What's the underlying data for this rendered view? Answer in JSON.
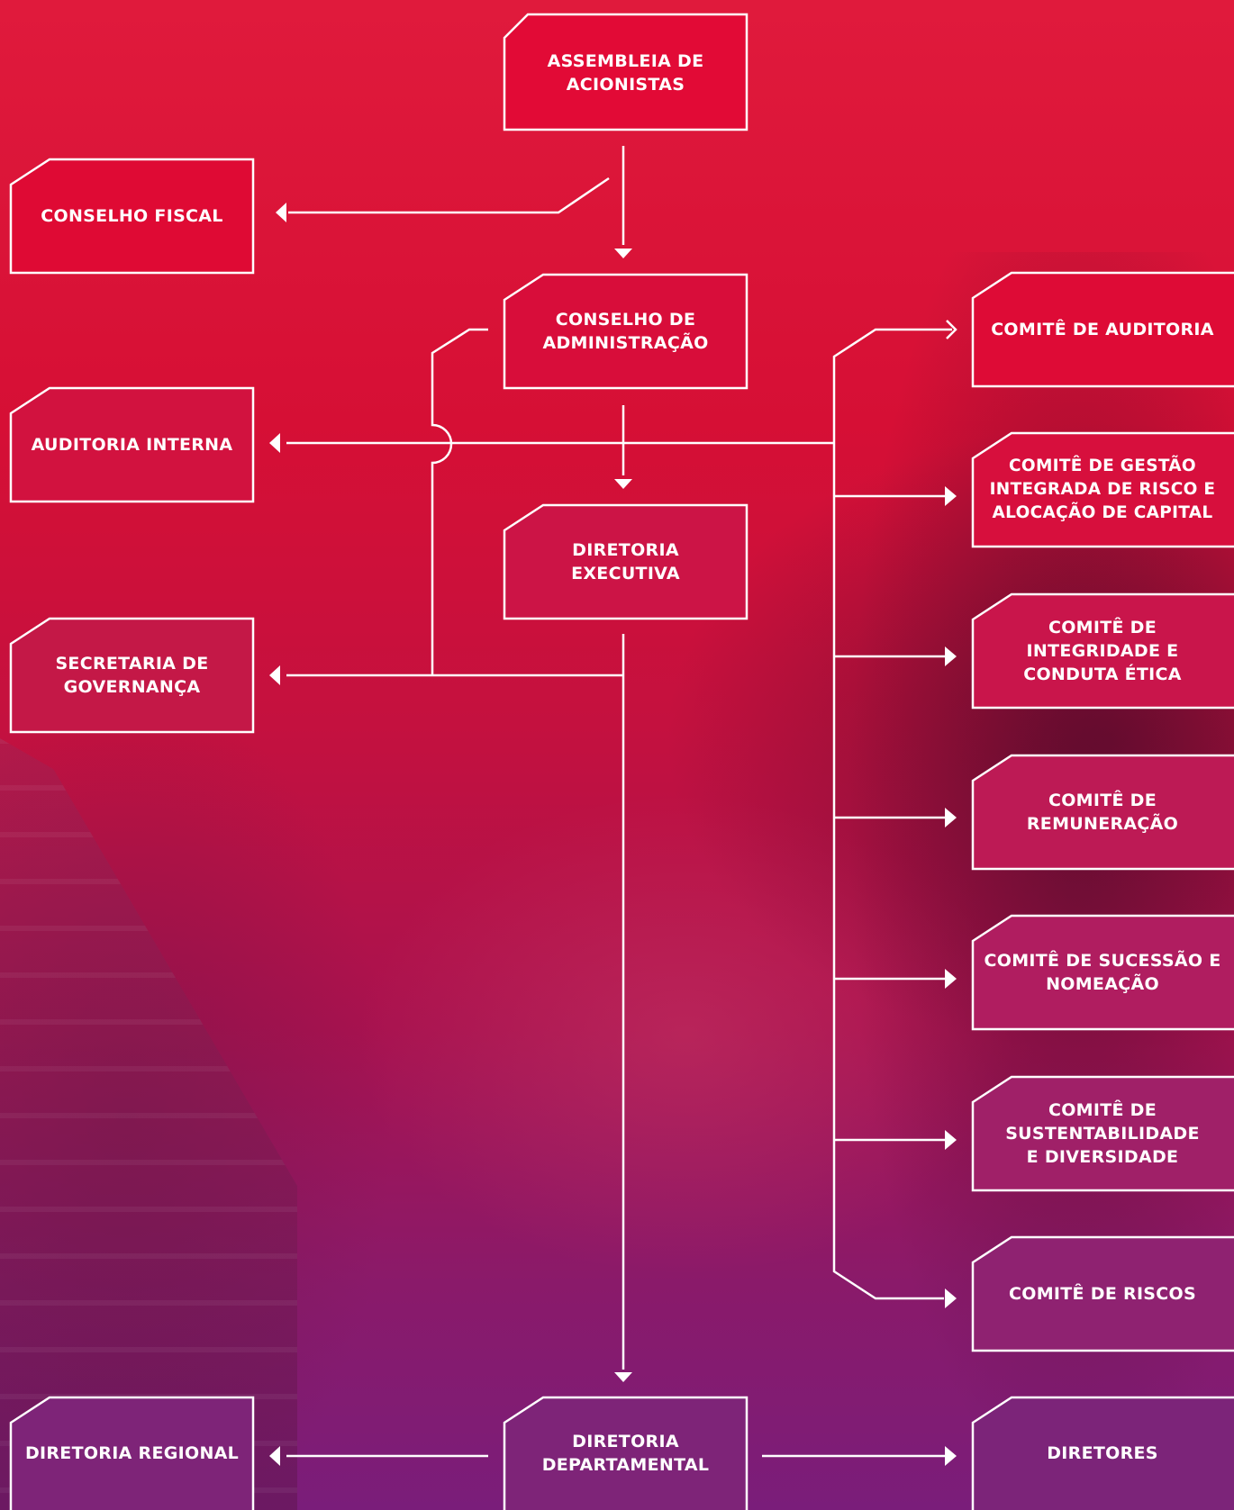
{
  "nodes": {
    "assembleia": "ASSEMBLEIA DE ACIONISTAS",
    "conselho_fiscal": "CONSELHO FISCAL",
    "conselho_administracao": "CONSELHO DE ADMINISTRAÇÃO",
    "auditoria_interna": "AUDITORIA INTERNA",
    "diretoria_executiva": "DIRETORIA EXECUTIVA",
    "secretaria_governanca": "SECRETARIA DE GOVERNANÇA",
    "comite_auditoria": "COMITÊ DE AUDITORIA",
    "comite_gestao_risco": "COMITÊ DE GESTÃO INTEGRADA DE RISCO E ALOCAÇÃO DE CAPITAL",
    "comite_integridade": "COMITÊ DE INTEGRIDADE E CONDUTA ÉTICA",
    "comite_remuneracao": "COMITÊ DE REMUNERAÇÃO",
    "comite_sucessao": "COMITÊ DE SUCESSÃO E NOMEAÇÃO",
    "comite_sustentabilidade": "COMITÊ DE SUSTENTABILIDADE E DIVERSIDADE",
    "comite_riscos": "COMITÊ DE RISCOS",
    "diretoria_regional": "DIRETORIA REGIONAL",
    "diretoria_departamental": "DIRETORIA DEPARTAMENTAL",
    "diretores": "DIRETORES"
  },
  "colors": {
    "line": "#ffffff",
    "assembleia": "#e20a36",
    "conselho_fiscal": "#df0a34",
    "conselho_administracao": "#d80d3a",
    "auditoria_interna": "#d2123f",
    "diretoria_executiva": "#cc1446",
    "secretaria_governanca": "#c41847",
    "comite_auditoria": "#de0b36",
    "comite_gestao_risco": "#d70f3d",
    "comite_integridade": "#c9154b",
    "comite_remuneracao": "#bd1a55",
    "comite_sucessao": "#b01d60",
    "comite_sustentabilidade": "#a02068",
    "comite_riscos": "#8f2271",
    "diretoria_regional": "#7e2478",
    "diretoria_departamental": "#7e2478",
    "diretores": "#7c2479"
  }
}
